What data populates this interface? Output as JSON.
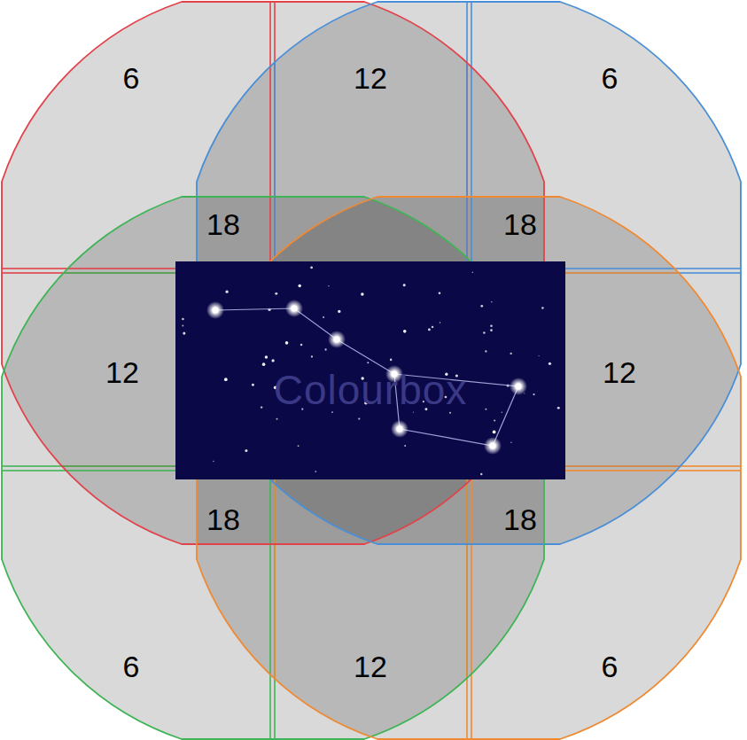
{
  "diagram": {
    "labels": [
      "6",
      "12",
      "6",
      "18",
      "18",
      "12",
      "12",
      "18",
      "18",
      "6",
      "12",
      "6",
      "Colourbox"
    ]
  }
}
